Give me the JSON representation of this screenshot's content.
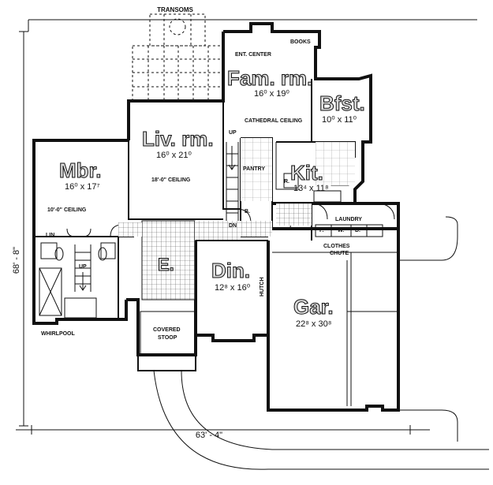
{
  "rooms": {
    "family": {
      "name": "Fam. rm.",
      "size": "16⁰ x 19⁰",
      "note": "CATHEDRAL CEILING"
    },
    "breakfast": {
      "name": "Bfst.",
      "size": "10⁰ x 11⁰"
    },
    "living": {
      "name": "Liv. rm.",
      "size": "16⁰ x 21⁰",
      "note": "18'-0\" CEILING"
    },
    "master": {
      "name": "Mbr.",
      "size": "16⁰ x 17⁷",
      "note": "10'-0\" CEILING"
    },
    "kitchen": {
      "name": "Kit.",
      "size": "13⁴ x 11⁸"
    },
    "entry": {
      "name": "E."
    },
    "dining": {
      "name": "Din.",
      "size": "12⁸ x 16⁰"
    },
    "garage": {
      "name": "Gar.",
      "size": "22⁸ x 30⁸"
    }
  },
  "labels": {
    "transoms": "TRANSOMS",
    "books": "BOOKS",
    "ent_center": "ENT. CENTER",
    "pantry": "PANTRY",
    "laundry": "LAUNDRY",
    "clothes_chute_1": "CLOTHES",
    "clothes_chute_2": "CHUTE",
    "hutch": "HUTCH",
    "covered_stoop_1": "COVERED",
    "covered_stoop_2": "STOOP",
    "whirlpool": "WHIRLPOOL",
    "lin": "LIN.",
    "up_stair": "UP",
    "up_bath": "UP",
    "dn": "DN",
    "r": "R.",
    "b": "B.",
    "f": "F.",
    "w": "W.",
    "d": "D."
  },
  "dimensions": {
    "width": "63' - 4\"",
    "depth": "68' - 8\""
  }
}
